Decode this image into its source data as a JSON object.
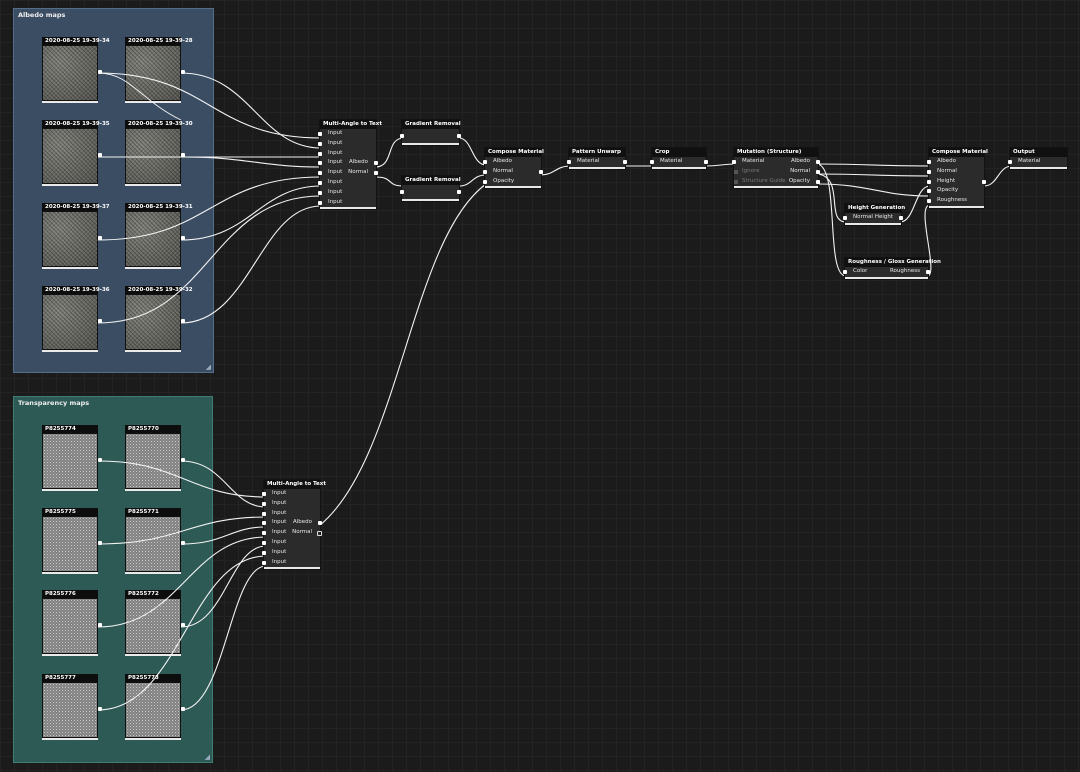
{
  "frames": {
    "albedo": {
      "title": "Albedo maps"
    },
    "transparency": {
      "title": "Transparency maps"
    }
  },
  "albedo_tiles": [
    "2020-08-25 19-39-34",
    "2020-08-25 19-39-28",
    "2020-08-25 19-39-35",
    "2020-08-25 19-39-30",
    "2020-08-25 19-39-37",
    "2020-08-25 19-39-31",
    "2020-08-25 19-39-36",
    "2020-08-25 19-39-32"
  ],
  "transparency_tiles": [
    "P8255774",
    "P8255770",
    "P8255775",
    "P8255771",
    "P8255776",
    "P8255772",
    "P8255777",
    "P8255773"
  ],
  "nodes": {
    "mat1": {
      "title": "Multi-Angle to Text",
      "input_label": "Input",
      "out_albedo": "Albedo",
      "out_normal": "Normal"
    },
    "mat2": {
      "title": "Multi-Angle to Text",
      "input_label": "Input",
      "out_albedo": "Albedo",
      "out_normal": "Normal"
    },
    "gradient1": {
      "title": "Gradient Removal"
    },
    "gradient2": {
      "title": "Gradient Removal"
    },
    "compose1": {
      "title": "Compose Material",
      "albedo": "Albedo",
      "normal": "Normal",
      "opacity": "Opacity"
    },
    "unwarp": {
      "title": "Pattern Unwarp",
      "material": "Material"
    },
    "crop": {
      "title": "Crop",
      "material": "Material"
    },
    "mutation": {
      "title": "Mutation (Structure)",
      "material": "Material",
      "ignore": "Ignore",
      "guide": "Structure Guide",
      "out_albedo": "Albedo",
      "out_normal": "Normal",
      "out_opacity": "Opacity"
    },
    "height_gen": {
      "title": "Height Generation",
      "normal": "Normal",
      "height": "Height"
    },
    "rough_gen": {
      "title": "Roughness / Gloss Generation",
      "color": "Color",
      "roughness": "Roughness"
    },
    "compose2": {
      "title": "Compose Material",
      "albedo": "Albedo",
      "normal": "Normal",
      "height": "Height",
      "opacity": "Opacity",
      "roughness": "Roughness"
    },
    "output": {
      "title": "Output",
      "material": "Material"
    }
  },
  "colors": {
    "canvas": "#1b1b1b",
    "albedo_frame": "#3a4d63",
    "transparency_frame": "#2d5a55",
    "wire": "#ffffff"
  }
}
